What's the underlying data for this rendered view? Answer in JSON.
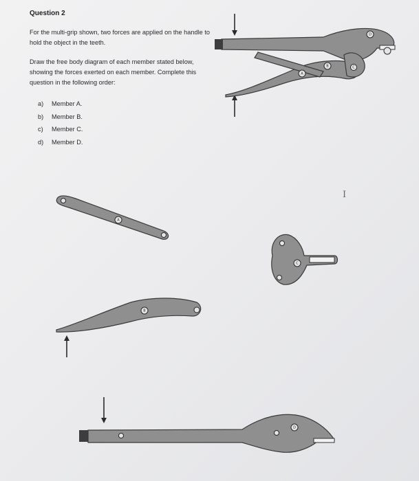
{
  "question": {
    "title": "Question 2",
    "intro": "For the multi-grip shown, two forces are applied on the handle to hold the object in the teeth.",
    "instructions": "Draw the free body diagram of each member stated below, showing the forces exerted on each member. Complete this question in the following order:",
    "items": [
      {
        "letter": "a)",
        "text": "Member A."
      },
      {
        "letter": "b)",
        "text": "Member B."
      },
      {
        "letter": "c)",
        "text": "Member C."
      },
      {
        "letter": "d)",
        "text": "Member D."
      }
    ]
  },
  "figure_labels": {
    "member_a": "A",
    "member_b": "B",
    "member_c": "C",
    "member_d": "D"
  },
  "cursor": "I"
}
